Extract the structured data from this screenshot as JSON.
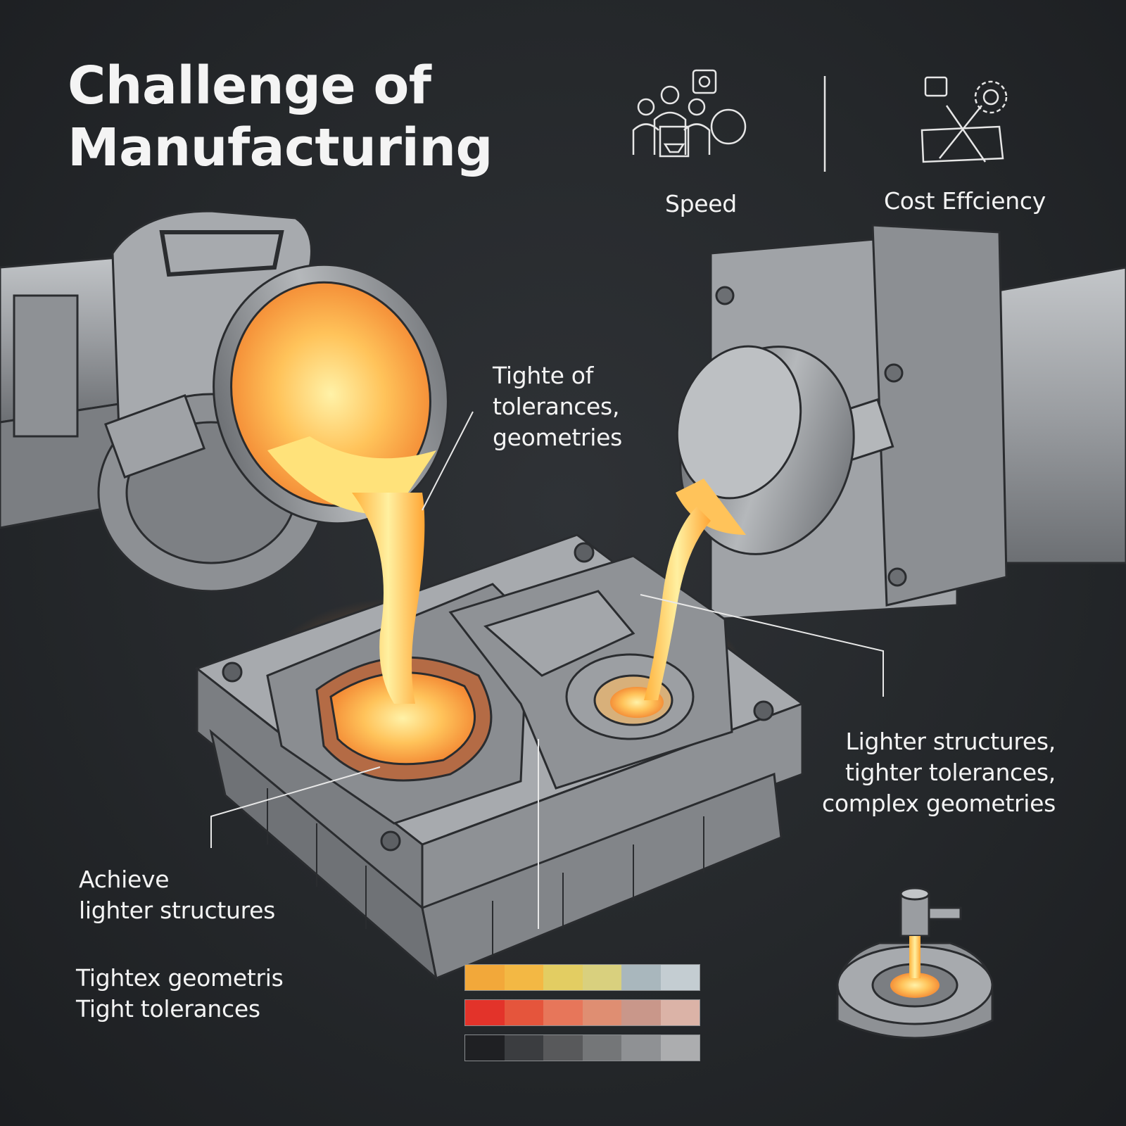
{
  "title": {
    "line1": "Challenge of",
    "line2": "Manufacturing"
  },
  "metrics": {
    "speed": {
      "label": "Speed",
      "icon": "team-idea-icon"
    },
    "cost": {
      "label": "Cost Effciency",
      "icon": "gear-efficiency-icon"
    }
  },
  "callouts": {
    "top_center": {
      "line1": "Tighte of",
      "line2": "tolerances,",
      "line3": "geometries"
    },
    "right": {
      "line1": "Lighter structures,",
      "line2": "tighter tolerances,",
      "line3": "complex geometries"
    },
    "bottom_left": {
      "line1": "Achieve",
      "line2": "lighter structures"
    },
    "bottom_left_2": {
      "line1": "Tightex geometris",
      "line2": "Tight tolerances"
    }
  },
  "palette": {
    "row1": [
      "#f2a83a",
      "#f3b844",
      "#e3cd62",
      "#d9d07e",
      "#a9b7bd",
      "#c4cdd2"
    ],
    "row2": [
      "#e3332a",
      "#e5553c",
      "#e7765a",
      "#df8e72",
      "#c9978a",
      "#dbb3a7"
    ],
    "row3": [
      "#1f2023",
      "#3b3d40",
      "#58595b",
      "#747678",
      "#8f9194",
      "#acadaf"
    ]
  },
  "colors": {
    "background": "#25282b",
    "metal": "#9a9da1",
    "molten": "#ffb347",
    "text": "#f4f4f4"
  }
}
